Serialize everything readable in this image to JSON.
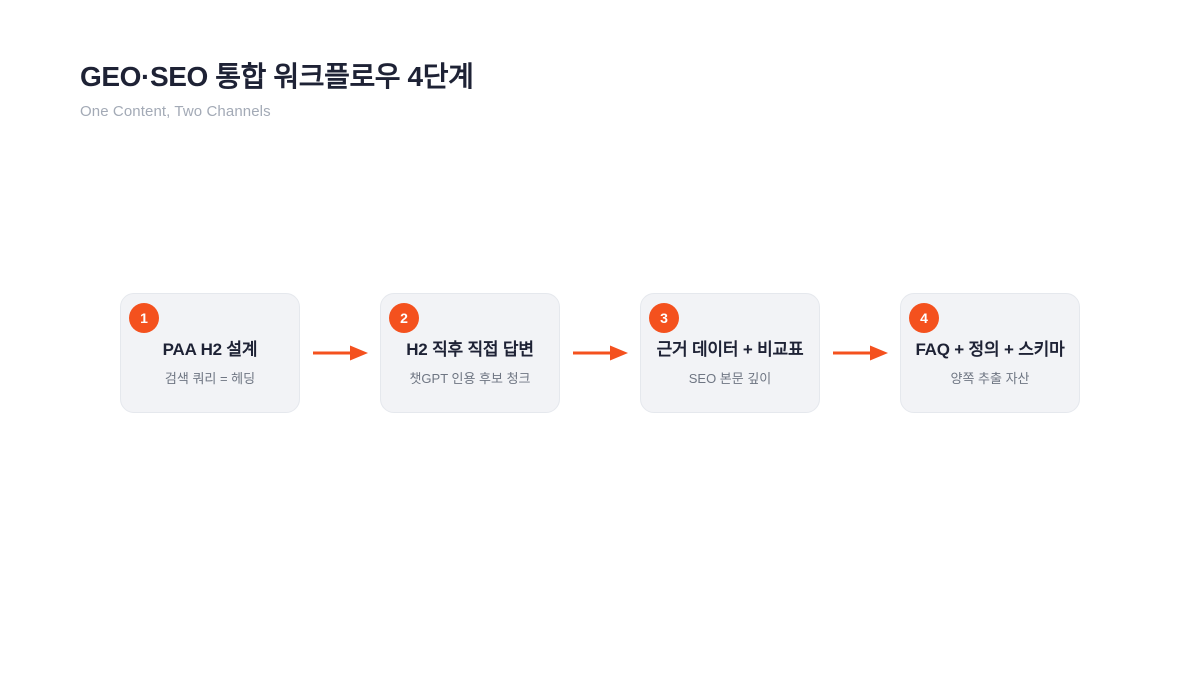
{
  "page": {
    "title": "GEO·SEO 통합 워크플로우 4단계",
    "subtitle": "One Content, Two Channels"
  },
  "colors": {
    "accent_color": "#f4511e",
    "title_color": "#1e2235",
    "muted_color": "#a3aab6",
    "card_bg": "#f2f3f6",
    "card_border": "#e5e8ed",
    "card_subtitle_color": "#6f7683"
  },
  "steps": [
    {
      "number": "1",
      "title": "PAA H2 설계",
      "subtitle": "검색 쿼리 = 헤딩"
    },
    {
      "number": "2",
      "title": "H2 직후 직접 답변",
      "subtitle": "챗GPT 인용 후보 청크"
    },
    {
      "number": "3",
      "title": "근거 데이터 + 비교표",
      "subtitle": "SEO 본문 깊이"
    },
    {
      "number": "4",
      "title": "FAQ + 정의 + 스키마",
      "subtitle": "양쪽 추출 자산"
    }
  ]
}
